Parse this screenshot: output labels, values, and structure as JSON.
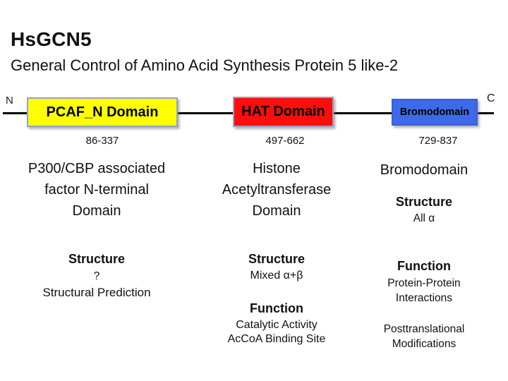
{
  "header": {
    "title": "HsGCN5",
    "subtitle": "General Control of Amino Acid Synthesis Protein 5 like-2"
  },
  "diagram": {
    "n_label": "N",
    "c_label": "C",
    "line_color": "#000000",
    "domains": [
      {
        "label": "PCAF_N Domain",
        "range": "86-337",
        "fill": "#ffff00"
      },
      {
        "label": "HAT Domain",
        "range": "497-662",
        "fill": "#fe0d0d"
      },
      {
        "label": "Bromodomain",
        "range": "729-837",
        "fill": "#3e69e8"
      }
    ]
  },
  "details": {
    "pcaf_n": {
      "description": [
        "P300/CBP associated",
        "factor N-terminal",
        "Domain"
      ],
      "structure": {
        "heading": "Structure",
        "lines": [
          "?",
          "Structural Prediction"
        ]
      }
    },
    "hat": {
      "description": [
        "Histone",
        "Acetyltransferase",
        "Domain"
      ],
      "structure": {
        "heading": "Structure",
        "lines": [
          "Mixed α+β"
        ]
      },
      "function": {
        "heading": "Function",
        "lines": [
          "Catalytic Activity",
          "AcCoA Binding Site"
        ]
      }
    },
    "bromodomain": {
      "description": [
        "Bromodomain"
      ],
      "structure": {
        "heading": "Structure",
        "lines": [
          "All α"
        ]
      },
      "function": {
        "heading": "Function",
        "lines": [
          "Protein-Protein",
          "Interactions"
        ]
      },
      "function_extra": {
        "lines": [
          "Posttranslational",
          "Modifications"
        ]
      }
    }
  }
}
